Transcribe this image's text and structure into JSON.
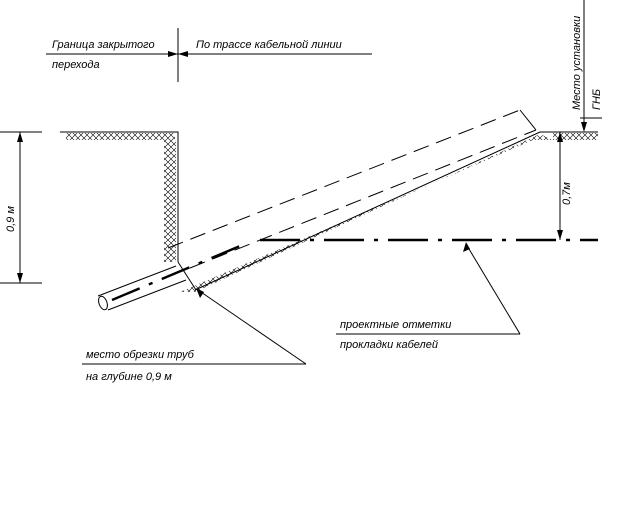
{
  "labels": {
    "boundary_line1": "Граница закрытого",
    "boundary_line2": "перехода",
    "route": "По трассе кабельной линии",
    "hdd_site_line1": "Место установки",
    "hdd_site_line2": "ГНБ",
    "depth_left": "0,9 м",
    "depth_right": "0,7м",
    "design_marks_line1": "проектные отметки",
    "design_marks_line2": "прокладки кабелей",
    "cut_line1": "место обрезки труб",
    "cut_line2": "на глубине 0,9 м"
  },
  "colors": {
    "line": "#000000",
    "hatch": "#000000",
    "background": "#ffffff"
  }
}
